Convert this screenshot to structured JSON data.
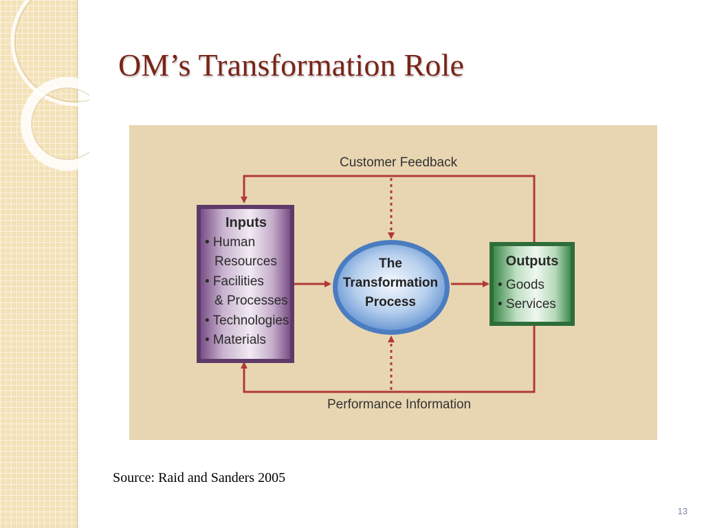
{
  "slide": {
    "title": "OM’s Transformation Role",
    "source": "Source: Raid and Sanders 2005",
    "page_number": "13"
  },
  "diagram": {
    "feedback_label": "Customer Feedback",
    "performance_label": "Performance Information",
    "inputs": {
      "title": "Inputs",
      "items": [
        "• Human",
        "Resources",
        "• Facilities",
        "& Processes",
        "• Technologies",
        "• Materials"
      ]
    },
    "process": {
      "lines": [
        "The",
        "Transformation",
        "Process"
      ]
    },
    "outputs": {
      "title": "Outputs",
      "items": [
        "• Goods",
        "• Services"
      ]
    },
    "colors": {
      "arrow": "#b03a36",
      "inputs_box": "#8a5f93",
      "outputs_box": "#3f8a4c",
      "process_ellipse": "#5e8fd0",
      "panel": "#e8d6b2",
      "title": "#7a2418"
    }
  }
}
